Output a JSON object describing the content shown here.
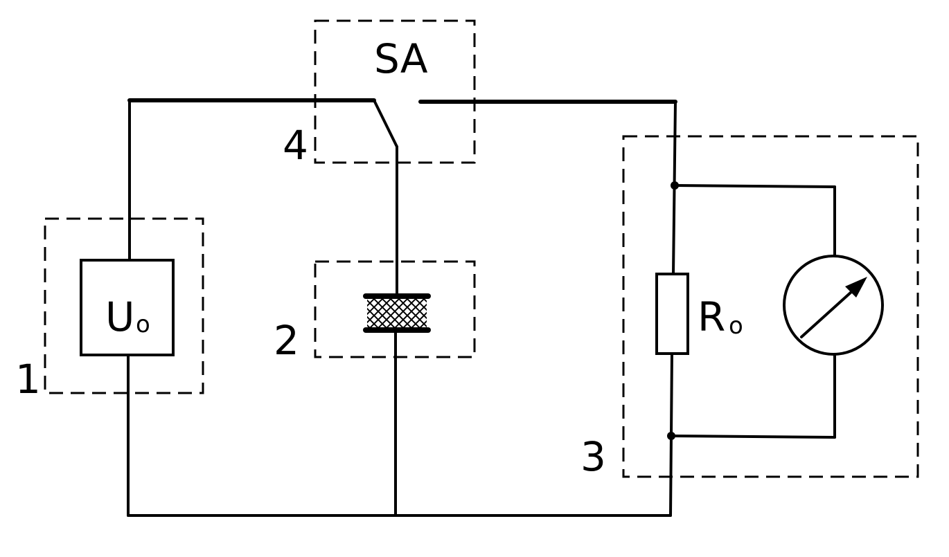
{
  "labels": {
    "source_symbol": "U",
    "source_subscript": "o",
    "switch_symbol": "SA",
    "resistor_symbol": "R",
    "resistor_subscript": "o",
    "block_source_number": "1",
    "block_sample_number": "2",
    "block_meter_number": "3",
    "block_switch_number": "4"
  },
  "colors": {
    "line": "#000000",
    "background": "#ffffff"
  },
  "icons": {
    "meter": "meter-icon",
    "sample": "sample-hatched-icon",
    "switch": "switch-contact-icon",
    "resistor": "resistor-icon"
  }
}
